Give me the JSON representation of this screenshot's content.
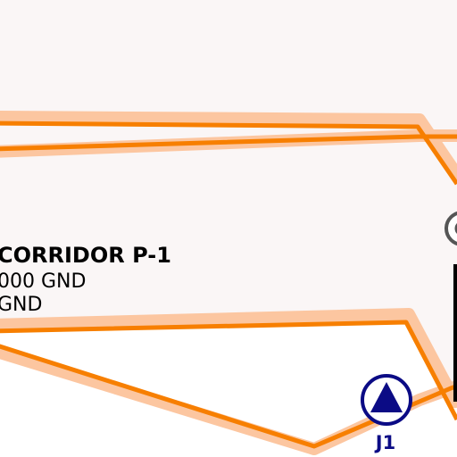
{
  "map": {
    "background_color": "#faf6f6",
    "route_color": "#f77f00",
    "route_halo_color": "#fcc6a0",
    "airspace_fill": "#ffffff",
    "navaid_color": "#0b0b85",
    "text_color": "#000000"
  },
  "airspace": {
    "name": "CORRIDOR P-1",
    "upper_limit": "000 GND",
    "lower_limit": "GND"
  },
  "waypoint": {
    "label": "J1",
    "icon": "triangle-in-circle-icon"
  },
  "edge_symbol": {
    "icon": "circle-outline-icon"
  }
}
